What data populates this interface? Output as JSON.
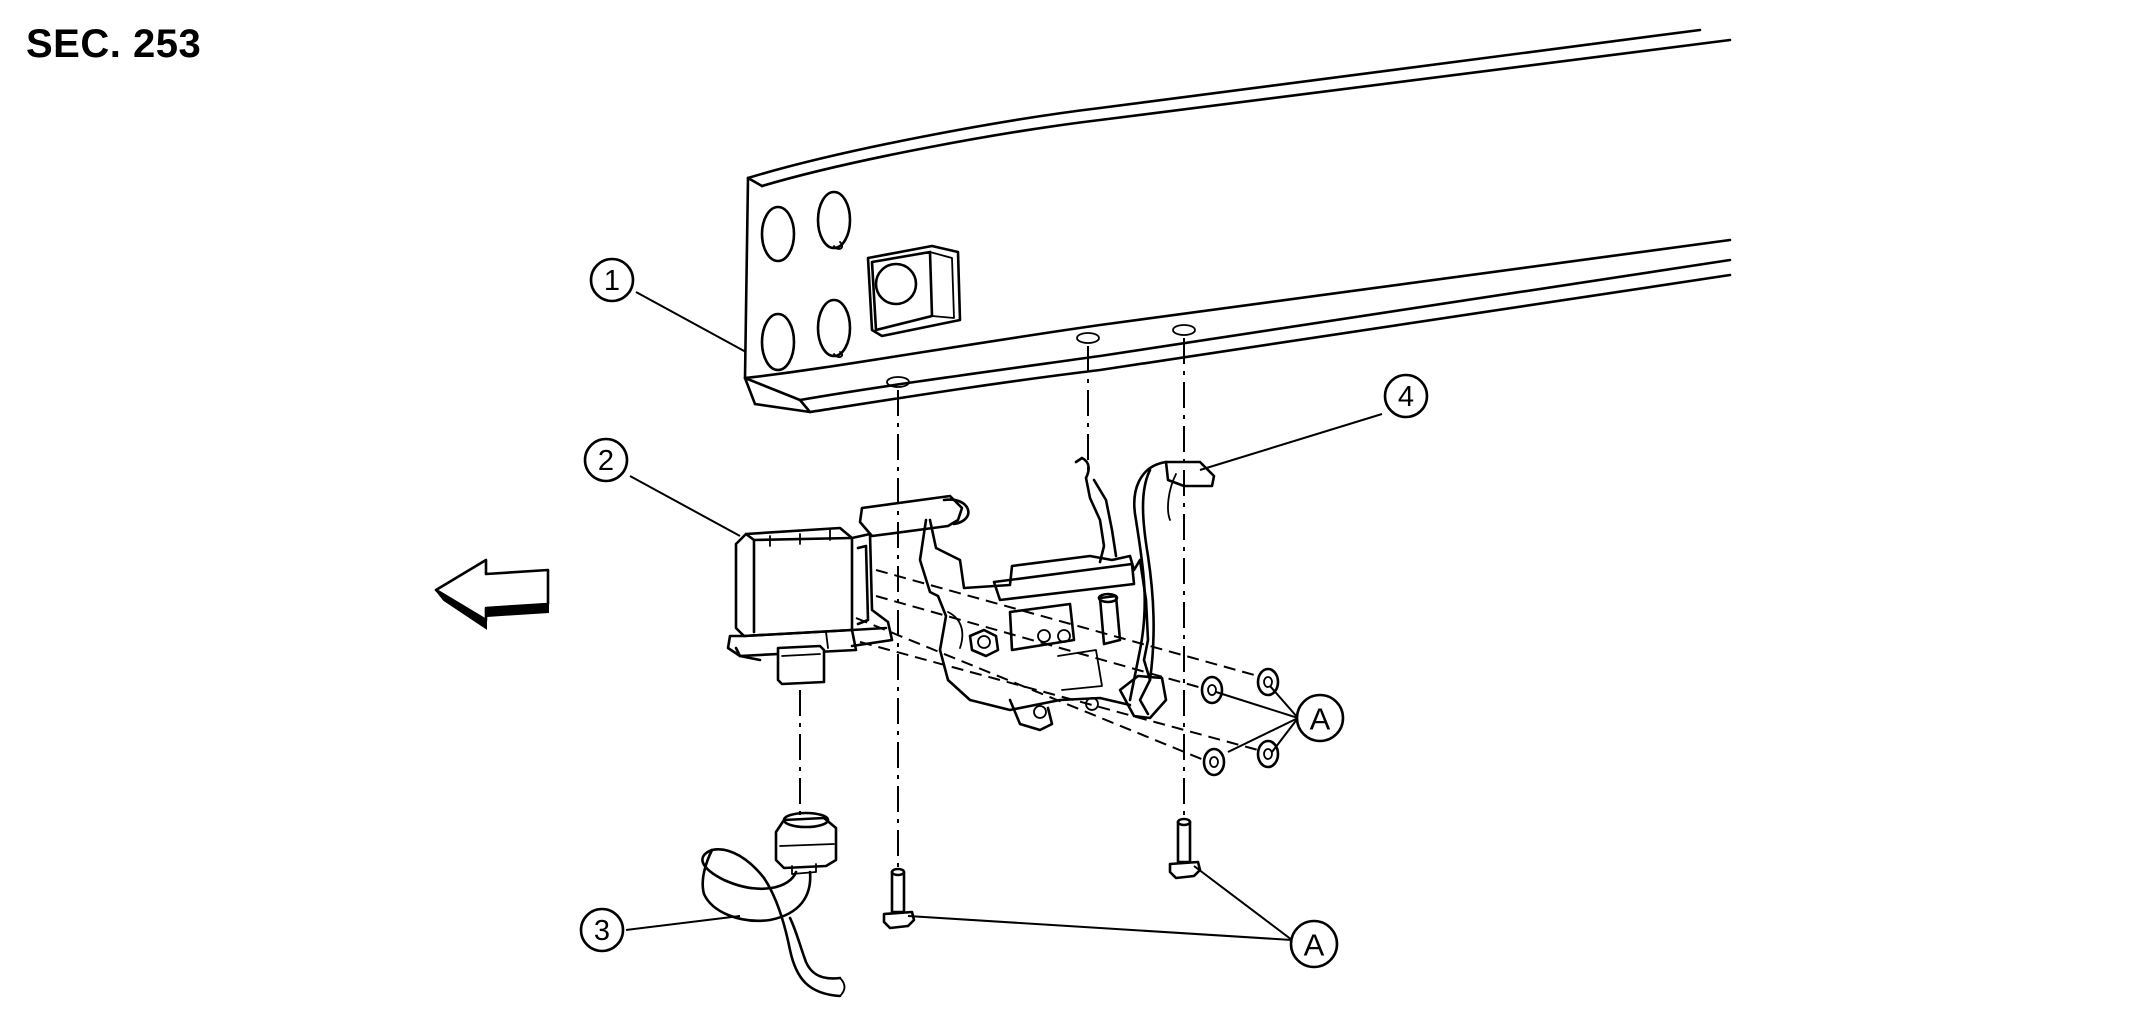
{
  "title": "SEC. 253",
  "callouts": {
    "c1": "1",
    "c2": "2",
    "c3": "3",
    "c4": "4",
    "cA1": "A",
    "cA2": "A"
  },
  "icons": {
    "direction_arrow": "front-arrow-icon"
  }
}
